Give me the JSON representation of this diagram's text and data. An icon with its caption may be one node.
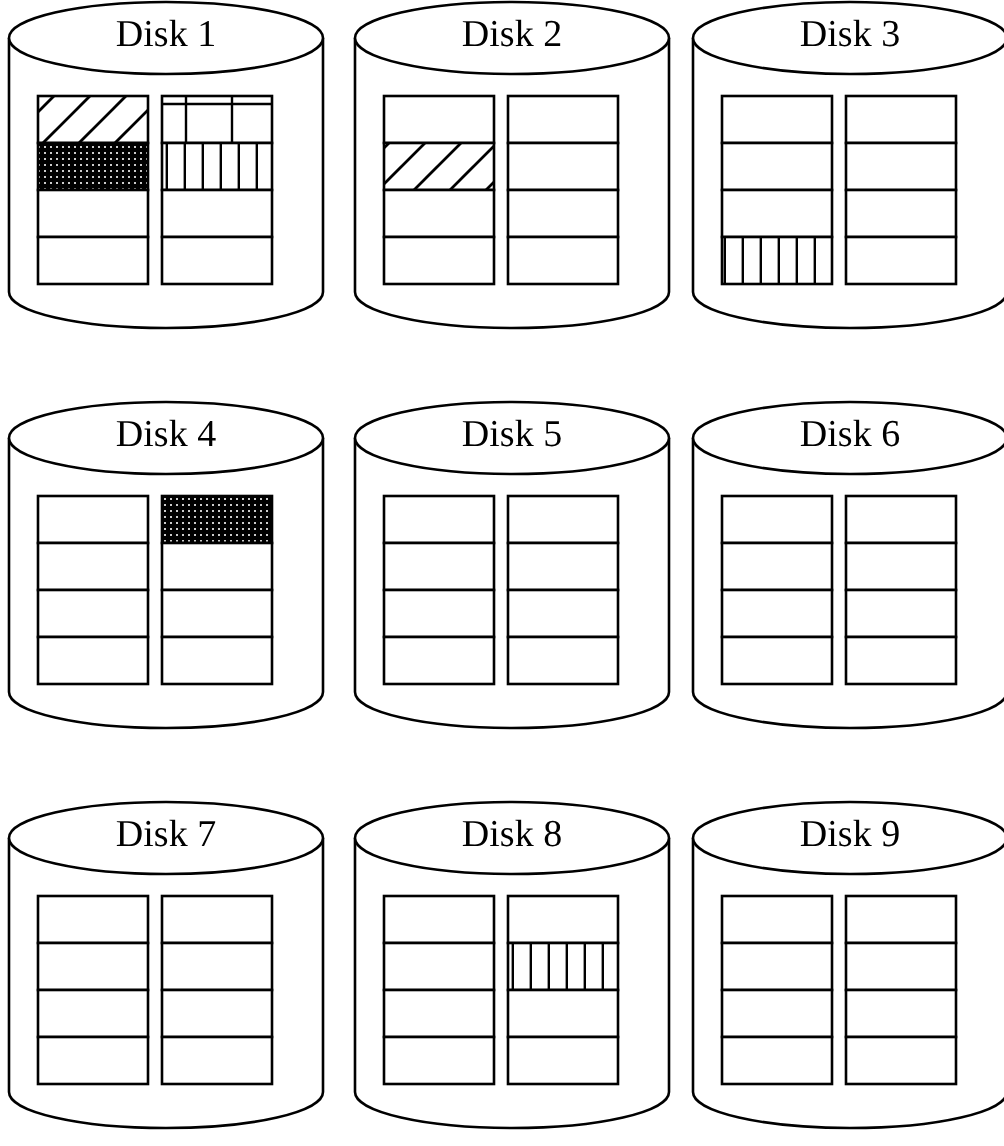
{
  "diagram": {
    "nodes": [
      {
        "text": [
          "Disk 1"
        ]
      },
      {
        "text": [
          "Disk 2"
        ]
      },
      {
        "text": [
          "Disk 3"
        ]
      },
      {
        "text": [
          "Disk 4"
        ]
      },
      {
        "text": [
          "Disk 5"
        ]
      },
      {
        "text": [
          "Disk 6"
        ]
      },
      {
        "text": [
          "Disk 7"
        ]
      },
      {
        "text": [
          "Disk 8"
        ]
      },
      {
        "text": [
          "Disk 9"
        ]
      }
    ],
    "edges": []
  }
}
